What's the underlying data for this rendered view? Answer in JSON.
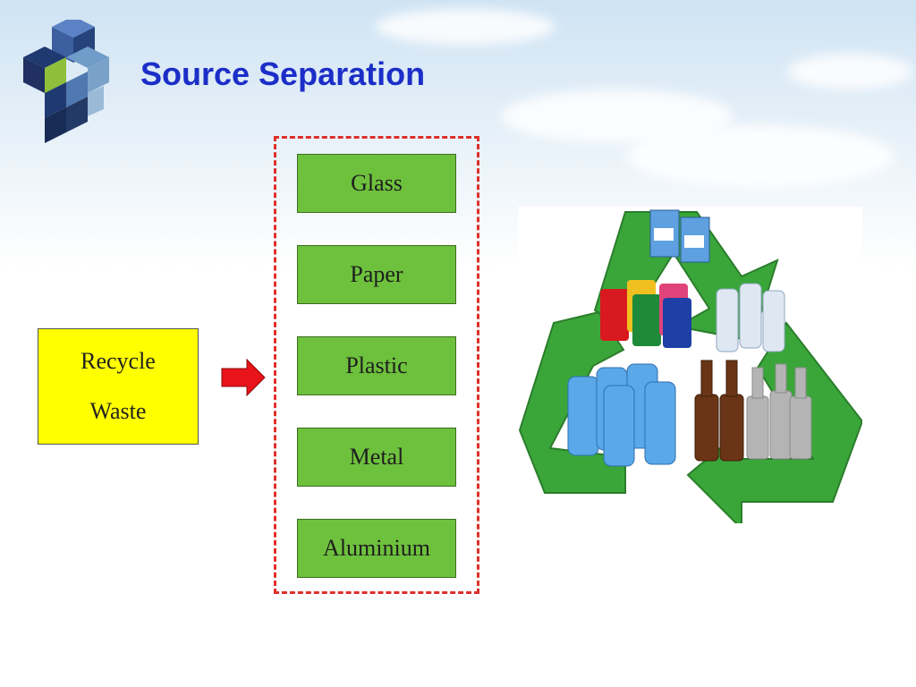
{
  "slide": {
    "title": "Source Separation"
  },
  "diagram": {
    "source": [
      "Recycle",
      "Waste"
    ],
    "categories": [
      "Glass",
      "Paper",
      "Plastic",
      "Metal",
      "Aluminium"
    ]
  },
  "colors": {
    "title": "#1c2ec8",
    "source_box": "#ffff00",
    "category_box": "#6ec13d",
    "dashed_border": "#e0302a",
    "arrow": "#e8141a",
    "recycle_symbol": "#3aa63a"
  }
}
